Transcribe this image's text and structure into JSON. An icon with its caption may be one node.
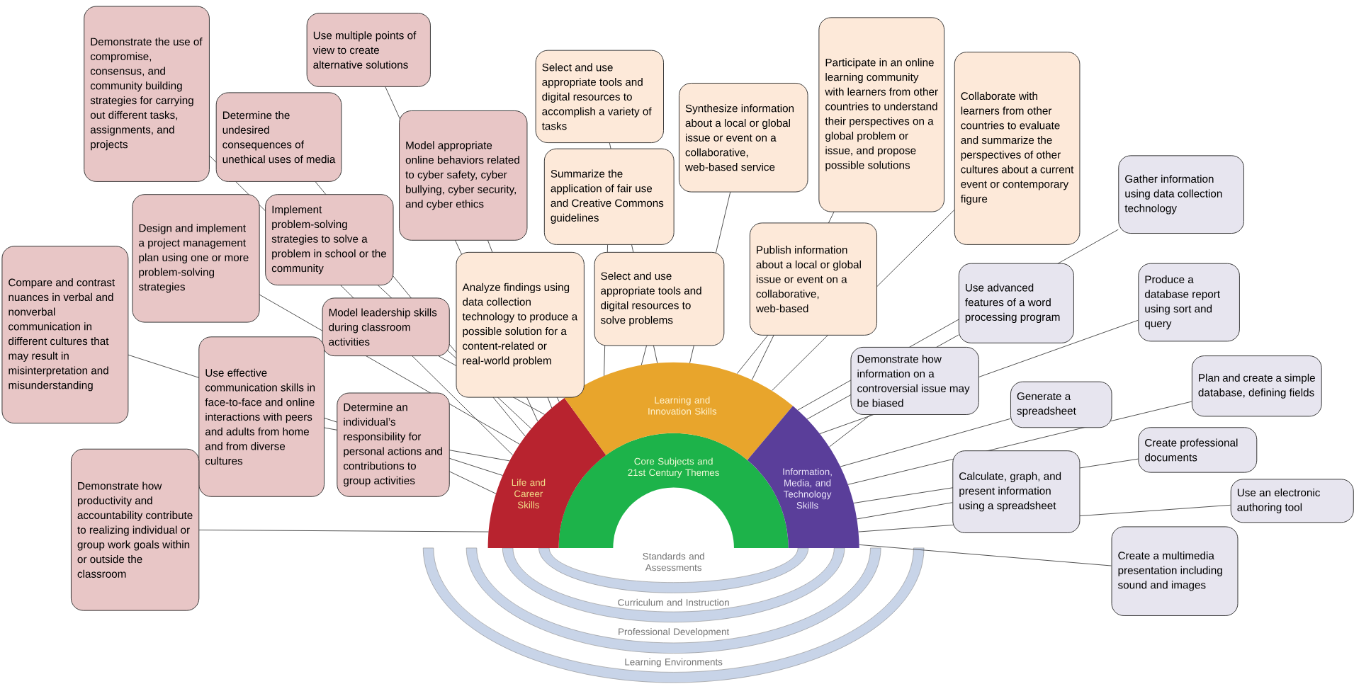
{
  "diagram": {
    "nodes": [
      {
        "text": [
          "Demonstrate the use of compromise, consensus, and community building strategies for carrying out different tasks, assignments, and projects"
        ]
      },
      {
        "text": [
          "Use multiple points of view to create alternative solutions"
        ]
      },
      {
        "text": [
          "Determine the undesired consequences of unethical uses of media"
        ]
      },
      {
        "text": [
          "Model appropriate online behaviors related to cyber safety, cyber bullying, cyber security, and cyber ethics"
        ]
      },
      {
        "text": [
          "Select and use appropriate tools and digital resources to accomplish a variety of tasks"
        ]
      },
      {
        "text": [
          "Synthesize information about a local or global issue or event on a collaborative, web-based service"
        ]
      },
      {
        "text": [
          "Participate in an online learning community with learners from other countries to understand their perspectives on a global problem or issue, and propose possible solutions"
        ]
      },
      {
        "text": [
          "Collaborate with learners from other countries to evaluate and summarize the perspectives of other cultures about a current event or contemporary figure"
        ]
      },
      {
        "text": [
          "Gather information using data collection technology"
        ]
      },
      {
        "text": [
          "Design and implement a project management plan using one or more problem-solving strategies"
        ]
      },
      {
        "text": [
          "Implement problem-solving strategies to solve a problem in school or the community"
        ]
      },
      {
        "text": [
          "Summarize the application of fair use and Creative Commons guidelines"
        ]
      },
      {
        "text": [
          "Compare and contrast nuances in verbal and nonverbal communication in different cultures that may result in misinterpretation and misunderstanding"
        ]
      },
      {
        "text": [
          "Model leadership skills during classroom activities"
        ]
      },
      {
        "text": [
          "Analyze findings using data collection technology to produce a possible solution for a content-related or real-world problem"
        ]
      },
      {
        "text": [
          "Select and use appropriate tools and digital resources to solve problems"
        ]
      },
      {
        "text": [
          "Publish information about a local or global issue or event on a collaborative, web-based"
        ]
      },
      {
        "text": [
          "Use advanced features of a word processing program"
        ]
      },
      {
        "text": [
          "Produce a database report using sort and query"
        ]
      },
      {
        "text": [
          "Use effective communication skills in face-to-face and online interactions with peers and adults from home and from diverse cultures"
        ]
      },
      {
        "text": [
          "Demonstrate how information on a controversial issue may be biased"
        ]
      },
      {
        "text": [
          "Determine an individual’s responsibility for personal actions and contributions to group activities"
        ]
      },
      {
        "text": [
          "Generate a spreadsheet"
        ]
      },
      {
        "text": [
          "Plan and create a simple database, defining fields"
        ]
      },
      {
        "text": [
          "Demonstrate how productivity and accountability contribute to realizing individual or group work goals within or outside the classroom"
        ]
      },
      {
        "text": [
          "Create professional documents"
        ]
      },
      {
        "text": [
          "Calculate, graph, and present information using a spreadsheet"
        ]
      },
      {
        "text": [
          "Use an electronic authoring tool"
        ]
      },
      {
        "text": [
          "Create a multimedia presentation including sound and images"
        ]
      },
      {
        "text": [
          "Life and Career Skills"
        ]
      },
      {
        "text": [
          "Learning and Innovation Skills"
        ]
      },
      {
        "text": [
          "Information, Media, and Technology Skills"
        ]
      },
      {
        "text": [
          "Core Subjects and 21st Century Themes"
        ]
      },
      {
        "text": [
          "Standards and Assessments"
        ],
        "in": 34
      },
      {
        "text": [
          "Curriculum and Instruction"
        ],
        "in": 35
      },
      {
        "text": [
          "Professional Development"
        ],
        "in": 36
      },
      {
        "text": [
          "Learning Environments"
        ]
      }
    ],
    "edges": [
      {
        "from": 0,
        "to": 29,
        "arrow": "none"
      },
      {
        "from": 1,
        "to": 29,
        "arrow": "none"
      },
      {
        "from": 2,
        "to": 29,
        "arrow": "none"
      },
      {
        "from": 3,
        "to": 29,
        "arrow": "none"
      },
      {
        "from": 4,
        "to": 30,
        "arrow": "none"
      },
      {
        "from": 5,
        "to": 30,
        "arrow": "none"
      },
      {
        "from": 6,
        "to": 30,
        "arrow": "none"
      },
      {
        "from": 7,
        "to": 30,
        "arrow": "none"
      },
      {
        "from": 8,
        "to": 31,
        "arrow": "none"
      },
      {
        "from": 9,
        "to": 29,
        "arrow": "none"
      },
      {
        "from": 10,
        "to": 29,
        "arrow": "none"
      },
      {
        "from": 11,
        "to": 30,
        "arrow": "none"
      },
      {
        "from": 12,
        "to": 29,
        "arrow": "none"
      },
      {
        "from": 13,
        "to": 29,
        "arrow": "none"
      },
      {
        "from": 14,
        "to": 29,
        "arrow": "none"
      },
      {
        "from": 15,
        "to": 30,
        "arrow": "none"
      },
      {
        "from": 16,
        "to": 30,
        "arrow": "none"
      },
      {
        "from": 17,
        "to": 31,
        "arrow": "none"
      },
      {
        "from": 18,
        "to": 31,
        "arrow": "none"
      },
      {
        "from": 19,
        "to": 29,
        "arrow": "none"
      },
      {
        "from": 20,
        "to": 31,
        "arrow": "none"
      },
      {
        "from": 21,
        "to": 29,
        "arrow": "none"
      },
      {
        "from": 22,
        "to": 31,
        "arrow": "none"
      },
      {
        "from": 23,
        "to": 31,
        "arrow": "none"
      },
      {
        "from": 24,
        "to": 29,
        "arrow": "none"
      },
      {
        "from": 25,
        "to": 31,
        "arrow": "none"
      },
      {
        "from": 26,
        "to": 31,
        "arrow": "none"
      },
      {
        "from": 27,
        "to": 31,
        "arrow": "none"
      },
      {
        "from": 28,
        "to": 31,
        "arrow": "none"
      }
    ]
  }
}
